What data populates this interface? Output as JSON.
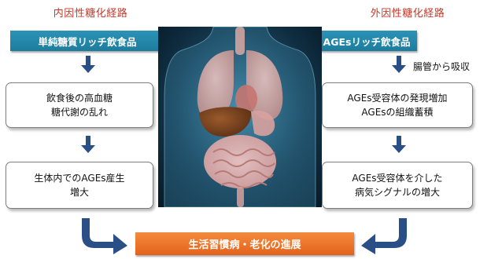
{
  "left": {
    "heading": "内因性糖化経路",
    "top_box": "単純糖質リッチ飲食品",
    "box1": [
      "飲食後の高血糖",
      "糖代謝の乱れ"
    ],
    "box2": [
      "生体内でのAGEs産生",
      "増大"
    ]
  },
  "right": {
    "heading": "外因性糖化経路",
    "top_box": "AGEsリッチ飲食品",
    "side_note": "腸管から吸収",
    "box1": [
      "AGEs受容体の発現増加",
      "AGEsの組織蓄積"
    ],
    "box2": [
      "AGEs受容体を介した",
      "病気シグナルの増大"
    ]
  },
  "bottom": {
    "label": "生活習慣病・老化の進展"
  },
  "colors": {
    "teal": "#1f85a8",
    "orange": "#ef7a2c",
    "arrow": "#2a4f86",
    "heading": "#c0392b"
  }
}
